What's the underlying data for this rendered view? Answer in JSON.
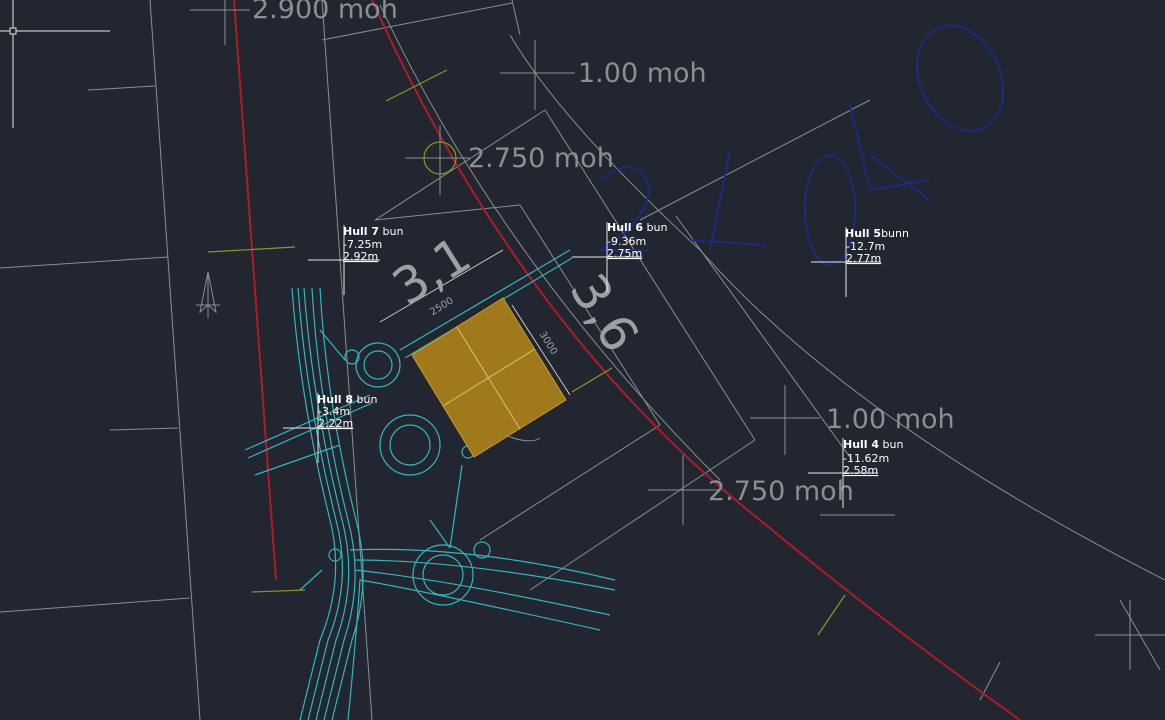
{
  "colors": {
    "background": "#212630",
    "line_gray": "#8a8f96",
    "line_white": "#e6e6e6",
    "red": "#b21b25",
    "cyan": "#2fb7c0",
    "yellow_green": "#8c9a1c",
    "blue_sketch": "#1c2a8a",
    "building_fill": "#a07a1a"
  },
  "elevations": [
    {
      "text": "2.900 moh"
    },
    {
      "text": "1.00 moh"
    },
    {
      "text": "2.750 moh"
    },
    {
      "text": "1.00 moh"
    },
    {
      "text": "2.750 moh"
    }
  ],
  "dimensions": {
    "big1": "3,1",
    "big2": "3,6",
    "small1": "2500",
    "small2": "3000"
  },
  "holes": [
    {
      "title": "Hull 7",
      "suffix": " bun",
      "depth": "-7.25m",
      "level": "2.92m"
    },
    {
      "title": "Hull 6",
      "suffix": " bun",
      "depth": "-9.36m",
      "level": "2.75m"
    },
    {
      "title": "Hull 5",
      "suffix": "bunn",
      "depth": "-12.7m",
      "level": "2.77m"
    },
    {
      "title": "Hull 8",
      "suffix": " bun",
      "depth": "-3.4m",
      "level": "2.22m"
    },
    {
      "title": "Hull 4",
      "suffix": " bun",
      "depth": "-11.62m",
      "level": "2.58m"
    }
  ],
  "icons": {
    "crosshair": "crosshair-cursor-icon",
    "north": "north-arrow-icon"
  }
}
